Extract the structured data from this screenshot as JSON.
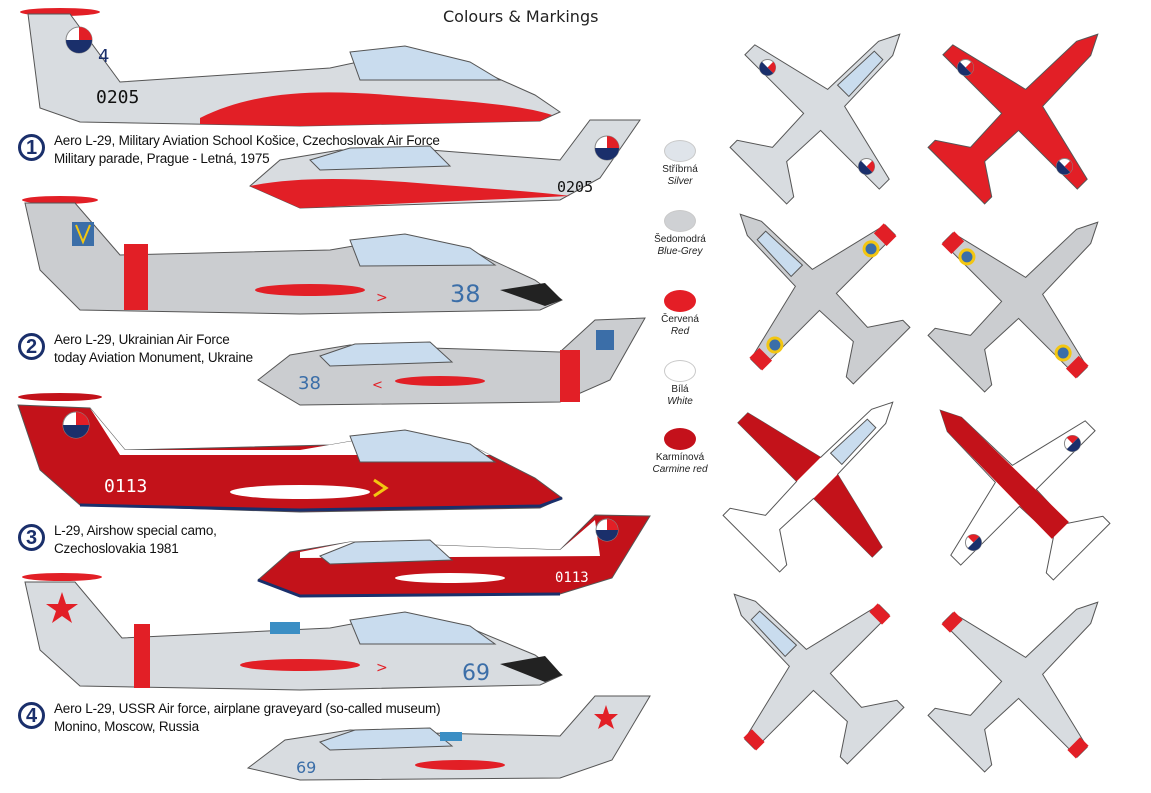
{
  "title": "Colours & Markings",
  "schemes": [
    {
      "number": "1",
      "line1": "Aero L-29, Military Aviation School Košice, Czechoslovak Air Force",
      "line2": "Military parade, Prague - Letná, 1975",
      "code": "0205",
      "tail": "4"
    },
    {
      "number": "2",
      "line1": "Aero L-29, Ukrainian Air Force",
      "line2": "today Aviation Monument, Ukraine",
      "code": "38"
    },
    {
      "number": "3",
      "line1": "L-29, Airshow special camo,",
      "line2": "Czechoslovakia 1981",
      "code": "0113"
    },
    {
      "number": "4",
      "line1": "Aero L-29, USSR Air force, airplane graveyard (so-called museum)",
      "line2": "Monino, Moscow, Russia",
      "code": "69"
    }
  ],
  "swatches": [
    {
      "cz": "Stříbrná",
      "en": "Silver",
      "color": "#dfe4ea"
    },
    {
      "cz": "Šedomodrá",
      "en": "Blue-Grey",
      "color": "#cfd1d4"
    },
    {
      "cz": "Červená",
      "en": "Red",
      "color": "#e41e26"
    },
    {
      "cz": "Bílá",
      "en": "White",
      "color": "#ffffff"
    },
    {
      "cz": "Karmínová",
      "en": "Carmine red",
      "color": "#c4111b"
    }
  ],
  "colors": {
    "silver": "#d8dce0",
    "grey": "#cbcdd0",
    "red": "#e21f26",
    "carmine": "#c3121a",
    "navy": "#1a2f6b",
    "blue_num": "#3b6ea8",
    "canopy": "#c9dcee"
  }
}
